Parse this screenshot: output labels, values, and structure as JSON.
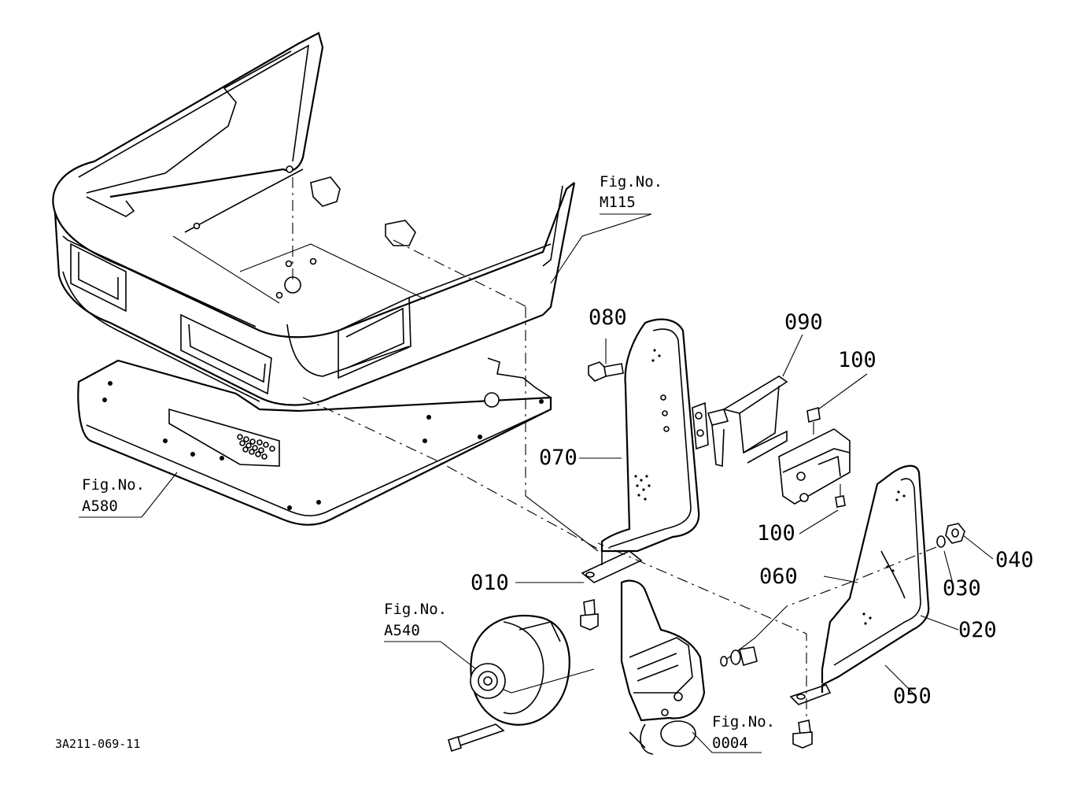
{
  "doc_code": "3A211-069-11",
  "part_labels": {
    "p010": "010",
    "p020": "020",
    "p030": "030",
    "p040": "040",
    "p050": "050",
    "p060": "060",
    "p070": "070",
    "p080": "080",
    "p090": "090",
    "p100a": "100",
    "p100b": "100"
  },
  "figure_refs": {
    "m115": {
      "prefix": "Fig.No.",
      "code": "M115"
    },
    "a580": {
      "prefix": "Fig.No.",
      "code": "A580"
    },
    "a540": {
      "prefix": "Fig.No.",
      "code": "A540"
    },
    "f0004": {
      "prefix": "Fig.No.",
      "code": "0004"
    }
  }
}
